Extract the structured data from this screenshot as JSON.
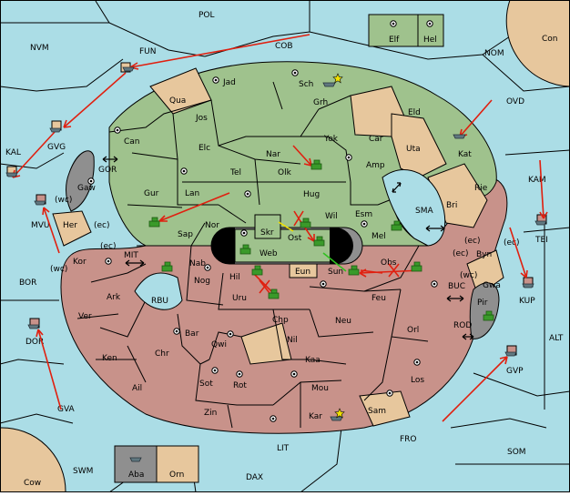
{
  "map": {
    "sea_regions": [
      {
        "id": "pol",
        "label": "POL"
      },
      {
        "id": "nvm",
        "label": "NVM"
      },
      {
        "id": "fun",
        "label": "FUN"
      },
      {
        "id": "cob",
        "label": "COB"
      },
      {
        "id": "nom",
        "label": "NOM"
      },
      {
        "id": "con",
        "label": "Con"
      },
      {
        "id": "ovd",
        "label": "OVD"
      },
      {
        "id": "kal",
        "label": "KAL"
      },
      {
        "id": "gor",
        "label": "GOR"
      },
      {
        "id": "kam",
        "label": "KAM"
      },
      {
        "id": "sma",
        "label": "SMA"
      },
      {
        "id": "mit",
        "label": "MIT"
      },
      {
        "id": "bor",
        "label": "BOR"
      },
      {
        "id": "rbu",
        "label": "RBU"
      },
      {
        "id": "buc",
        "label": "BUC"
      },
      {
        "id": "rod",
        "label": "ROD"
      },
      {
        "id": "alt",
        "label": "ALT"
      },
      {
        "id": "gva",
        "label": "GVA"
      },
      {
        "id": "fro",
        "label": "FRO"
      },
      {
        "id": "som",
        "label": "SOM"
      },
      {
        "id": "lit",
        "label": "LIT"
      },
      {
        "id": "swm",
        "label": "SWM"
      },
      {
        "id": "dax",
        "label": "DAX"
      },
      {
        "id": "cow",
        "label": "Cow"
      }
    ],
    "provinces": [
      {
        "id": "elf",
        "label": "Elf"
      },
      {
        "id": "hel",
        "label": "Hel"
      },
      {
        "id": "jad",
        "label": "Jad"
      },
      {
        "id": "sch",
        "label": "Sch"
      },
      {
        "id": "qua",
        "label": "Qua"
      },
      {
        "id": "jos",
        "label": "Jos"
      },
      {
        "id": "grh",
        "label": "Grh"
      },
      {
        "id": "eld",
        "label": "Eld"
      },
      {
        "id": "can",
        "label": "Can"
      },
      {
        "id": "elc",
        "label": "Elc"
      },
      {
        "id": "nar",
        "label": "Nar"
      },
      {
        "id": "yok",
        "label": "Yok"
      },
      {
        "id": "car",
        "label": "Car"
      },
      {
        "id": "uta",
        "label": "Uta"
      },
      {
        "id": "kat",
        "label": "Kat"
      },
      {
        "id": "tel",
        "label": "Tel"
      },
      {
        "id": "olk",
        "label": "Olk"
      },
      {
        "id": "amp",
        "label": "Amp"
      },
      {
        "id": "gur",
        "label": "Gur"
      },
      {
        "id": "lan",
        "label": "Lan"
      },
      {
        "id": "hug",
        "label": "Hug"
      },
      {
        "id": "gaw",
        "label": "Gaw"
      },
      {
        "id": "nor",
        "label": "Nor"
      },
      {
        "id": "wil",
        "label": "Wil"
      },
      {
        "id": "esm",
        "label": "Esm"
      },
      {
        "id": "bri",
        "label": "Bri"
      },
      {
        "id": "rie",
        "label": "Rie"
      },
      {
        "id": "sap",
        "label": "Sap"
      },
      {
        "id": "skr",
        "label": "Skr"
      },
      {
        "id": "ost",
        "label": "Ost"
      },
      {
        "id": "mel",
        "label": "Mel"
      },
      {
        "id": "her",
        "label": "Her"
      },
      {
        "id": "web",
        "label": "Web"
      },
      {
        "id": "byn",
        "label": "Byn"
      },
      {
        "id": "kor",
        "label": "Kor"
      },
      {
        "id": "nab",
        "label": "Nab"
      },
      {
        "id": "eun",
        "label": "Eun"
      },
      {
        "id": "sun",
        "label": "Sun"
      },
      {
        "id": "obs",
        "label": "Obs"
      },
      {
        "id": "gwa",
        "label": "Gwa"
      },
      {
        "id": "hil",
        "label": "Hil"
      },
      {
        "id": "nog",
        "label": "Nog"
      },
      {
        "id": "ark",
        "label": "Ark"
      },
      {
        "id": "uru",
        "label": "Uru"
      },
      {
        "id": "feu",
        "label": "Feu"
      },
      {
        "id": "pir",
        "label": "Pir"
      },
      {
        "id": "ver",
        "label": "Ver"
      },
      {
        "id": "chp",
        "label": "Chp"
      },
      {
        "id": "neu",
        "label": "Neu"
      },
      {
        "id": "orl",
        "label": "Orl"
      },
      {
        "id": "bar",
        "label": "Bar"
      },
      {
        "id": "qwi",
        "label": "Qwi"
      },
      {
        "id": "nil",
        "label": "Nil"
      },
      {
        "id": "ken",
        "label": "Ken"
      },
      {
        "id": "chr",
        "label": "Chr"
      },
      {
        "id": "kaa",
        "label": "Kaa"
      },
      {
        "id": "los",
        "label": "Los"
      },
      {
        "id": "ail",
        "label": "Ail"
      },
      {
        "id": "sot",
        "label": "Sot"
      },
      {
        "id": "rot",
        "label": "Rot"
      },
      {
        "id": "mou",
        "label": "Mou"
      },
      {
        "id": "zin",
        "label": "Zin"
      },
      {
        "id": "kar",
        "label": "Kar"
      },
      {
        "id": "sam",
        "label": "Sam"
      },
      {
        "id": "aba",
        "label": "Aba"
      },
      {
        "id": "orn",
        "label": "Orn"
      }
    ],
    "ports": [
      "GVG",
      "MVU",
      "DOR",
      "TEI",
      "KUP",
      "GVP"
    ],
    "coast_tags": [
      "(wc)",
      "(ec)",
      "(wc)",
      "(ec)",
      "(ec)",
      "(wc)"
    ],
    "colors": {
      "sea": "#abdde6",
      "green_power": "#9fc28d",
      "red_power": "#c8928a",
      "neutral": "#e7c79d",
      "impassable": "#8f8f8f",
      "orders": "#e02010",
      "support": "#f0e000",
      "army": "#3a9a2a"
    }
  }
}
